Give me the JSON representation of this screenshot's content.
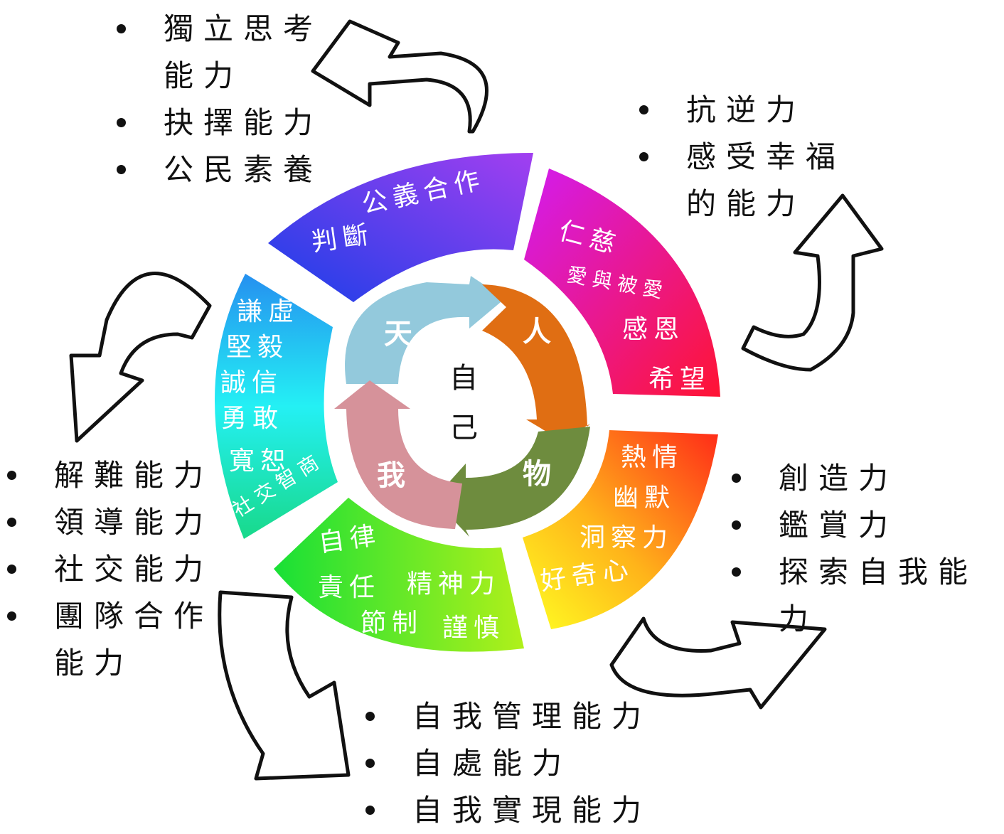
{
  "center": {
    "line1": "自",
    "line2": "己"
  },
  "inner_cycle": {
    "heaven": "天",
    "people": "人",
    "things": "物",
    "self": "我"
  },
  "segments": {
    "top": [
      "公義合作",
      "判斷"
    ],
    "top_right": [
      "仁慈",
      "愛與被愛",
      "感恩",
      "希望"
    ],
    "right": [
      "熱情",
      "幽默",
      "洞察力",
      "好奇心"
    ],
    "bottom": [
      "自律",
      "責任",
      "精神力",
      "節制",
      "謹慎"
    ],
    "left": [
      "謙虛",
      "堅毅",
      "誠信",
      "勇敢",
      "寬恕",
      "社交智商"
    ]
  },
  "lists": {
    "top_left": {
      "i0": "獨立思考",
      "i0b": "能力",
      "i1": "抉擇能力",
      "i2": "公民素養"
    },
    "top_right": {
      "i0": "抗逆力",
      "i1": "感受幸福",
      "i1b": "的能力"
    },
    "right": {
      "i0": "創造力",
      "i1": "鑑賞力",
      "i2": "探索自我能力"
    },
    "bottom": {
      "i0": "自我管理能力",
      "i1": "自處能力",
      "i2": "自我實現能力"
    },
    "left": {
      "i0": "解難能力",
      "i1": "領導能力",
      "i2": "社交能力",
      "i3": "團隊合作",
      "i3b": "能力"
    }
  },
  "colors": {
    "heaven": "#93c9dc",
    "people": "#e06e13",
    "things": "#6e8c3e",
    "self": "#d6929a"
  }
}
